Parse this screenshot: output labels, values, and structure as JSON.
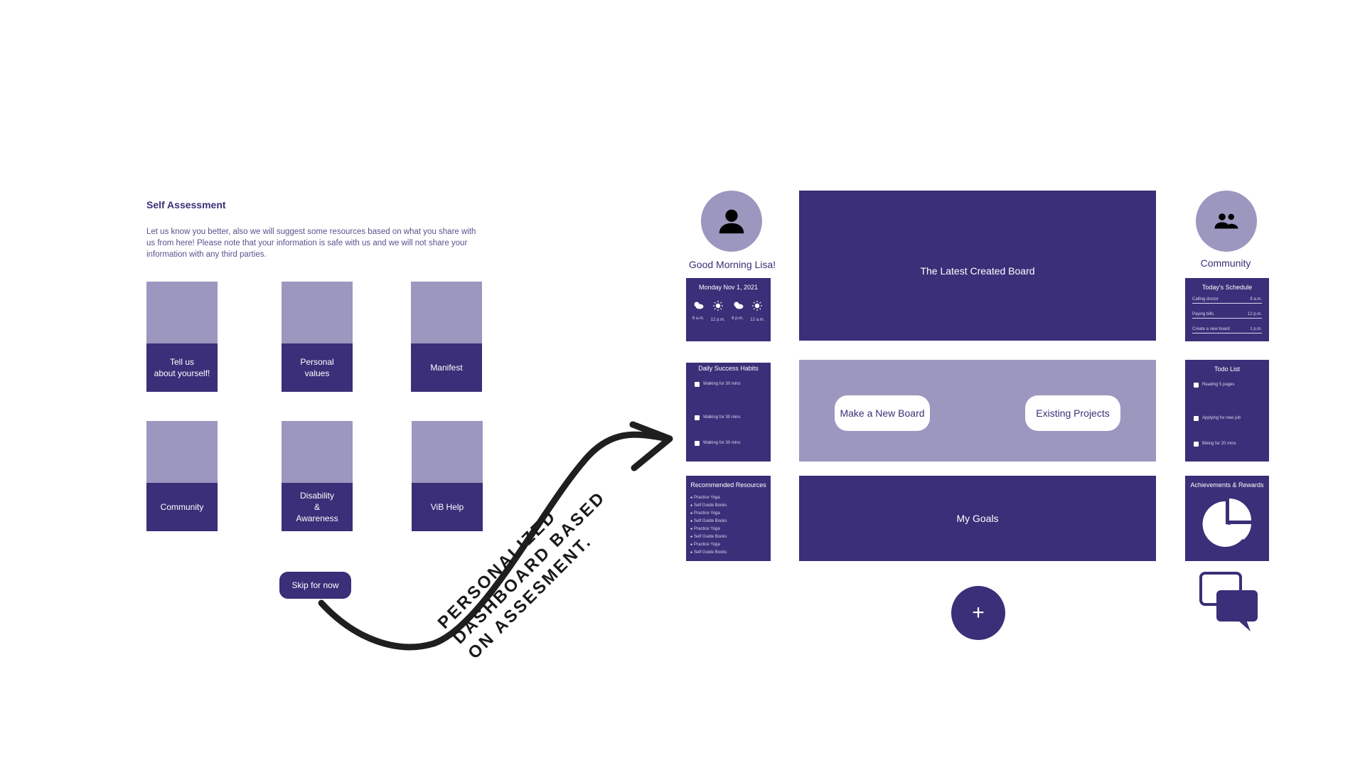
{
  "self_assessment": {
    "title": "Self Assessment",
    "description": "Let us know you better, also we will suggest some resources based on what you share with us from here! Please note that your information is safe with us and we will not share your information with any third parties.",
    "tiles": [
      {
        "label": "Tell us\nabout yourself!"
      },
      {
        "label": "Personal\nvalues"
      },
      {
        "label": "Manifest"
      },
      {
        "label": "Community"
      },
      {
        "label": "Disability\n&\nAwareness"
      },
      {
        "label": "ViB Help"
      }
    ],
    "skip_label": "Skip for now"
  },
  "annotation": "PERSONALIZED\nDASHBOARD BASED\nON ASSESMENT.",
  "dashboard": {
    "greeting": "Good Morning Lisa!",
    "community_label": "Community",
    "weather": {
      "date": "Monday Nov 1, 2021",
      "times": [
        "6 a.m.",
        "12 p.m.",
        "6 p.m.",
        "12 a.m."
      ]
    },
    "habits": {
      "title": "Daily Success Habits",
      "items": [
        "Walking for 30 mins",
        "Walking for 30 mins",
        "Walking for 30 mins"
      ]
    },
    "resources": {
      "title": "Recommended Resources",
      "items": [
        "Practice Yoga",
        "Self Guide Books",
        "Practice Yoga",
        "Self Guide Books",
        "Practice Yoga",
        "Self Guide Books",
        "Practice Yoga",
        "Self Guide Books"
      ]
    },
    "latest_board": "The Latest Created Board",
    "make_board": "Make a New Board",
    "existing_projects": "Existing Projects",
    "my_goals": "My Goals",
    "fab_label": "+",
    "schedule": {
      "title": "Today's Schedule",
      "items": [
        {
          "task": "Calling doctor",
          "time": "9 a.m."
        },
        {
          "task": "Paying bills",
          "time": "12 p.m."
        },
        {
          "task": "Create a new board",
          "time": "1 p.m."
        }
      ]
    },
    "todo": {
      "title": "Todo List",
      "items": [
        "Reading 5 pages",
        "Applying for new job",
        "Biking for 20 mins"
      ]
    },
    "achievements": {
      "title": "Achievements & Rewards"
    }
  }
}
